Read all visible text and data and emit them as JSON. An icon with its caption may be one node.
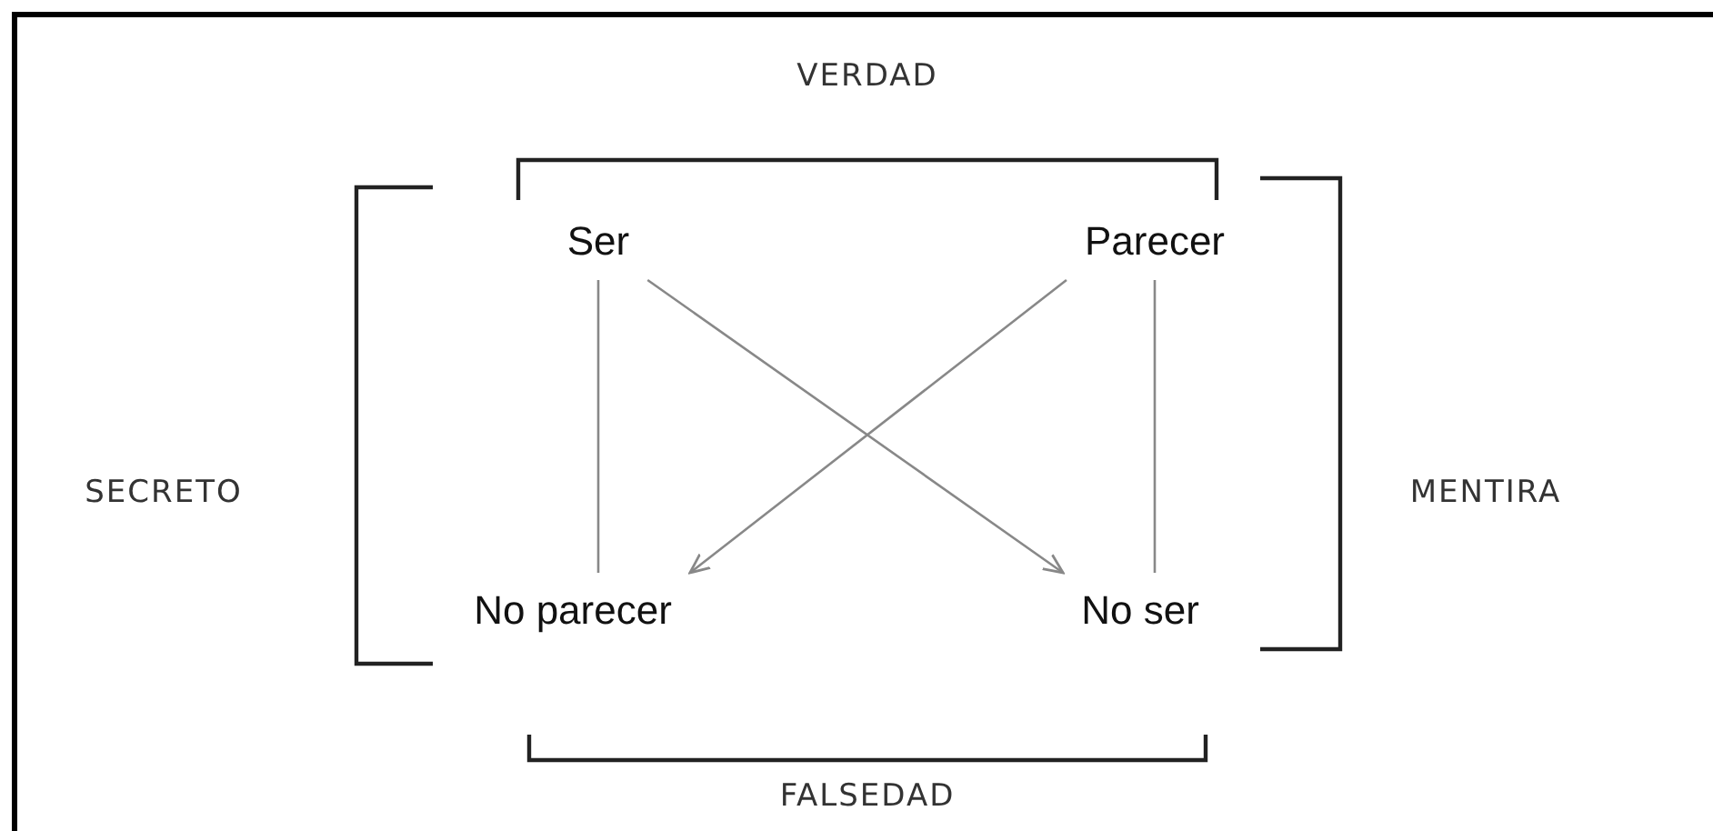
{
  "diagram": {
    "nodes": [
      {
        "text": [
          "Ser"
        ]
      },
      {
        "text": [
          "Parecer"
        ]
      },
      {
        "text": [
          "No parecer"
        ]
      },
      {
        "text": [
          "No ser"
        ]
      }
    ],
    "edges": [
      {
        "from": 0,
        "to": 2,
        "arrow": "none"
      },
      {
        "from": 0,
        "to": 3,
        "arrow": "to"
      },
      {
        "from": 1,
        "to": 2,
        "arrow": "to"
      },
      {
        "from": 1,
        "to": 3,
        "arrow": "none"
      }
    ],
    "labels": [
      "VERDAD",
      "SECRETO",
      "MENTIRA",
      "FALSEDAD"
    ]
  }
}
